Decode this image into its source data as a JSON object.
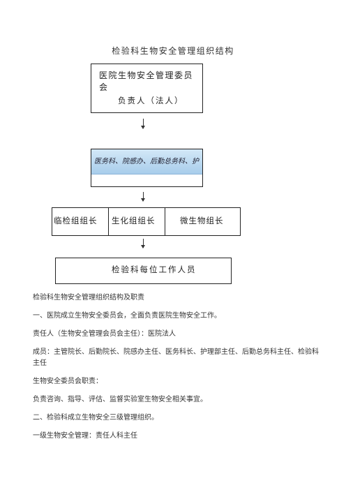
{
  "chart_title": "检验科生物安全管理组织结构",
  "level1": {
    "line1": "医院生物安全管理委员会",
    "line2": "负责人（法人）"
  },
  "level2": {
    "text": "医务科、院感办、后勤总务科、护"
  },
  "level3": {
    "cells": [
      "临检组组长",
      "生化组组长",
      "微生物组长"
    ]
  },
  "level4": {
    "text": "检验科每位工作人员"
  },
  "document": {
    "heading": "检验科生物安全管理组织结构及职责",
    "p1": "一、医院成立生物安全委员会，全面负责医院生物安全工作。",
    "p2": "责任人（生物安全管理会员会主任）：医院法人",
    "p3": "成员：主管院长、后勤院长、院感办主任、医务科长、护理部主任、后勤总务科主任、检验科主任",
    "p4": "生物安全委员会职责：",
    "p5": "负责咨询、指导、评估、监督实验室生物安全相关事宜。",
    "p6": "二、检验科成立生物安全三级管理组织。",
    "p7": "一级生物安全管理：责任人科主任"
  }
}
